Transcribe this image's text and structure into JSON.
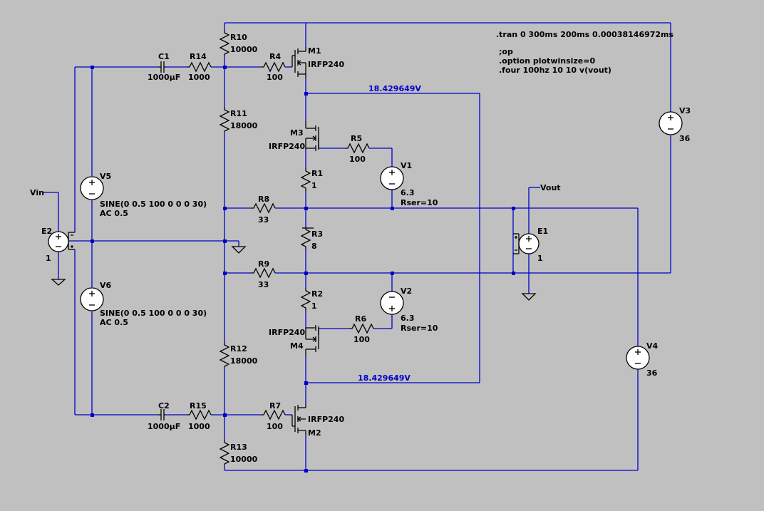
{
  "directives": {
    "tran": ".tran 0 300ms 200ms 0.00038146972ms",
    "op": ";op",
    "option": ".option plotwinsize=0",
    "four": ".four 100hz 10 10 v(vout)"
  },
  "nets": {
    "vin": "Vin",
    "vout": "Vout"
  },
  "probes": {
    "top": "18.429649V",
    "bottom": "18.429649V"
  },
  "components": {
    "R10": {
      "name": "R10",
      "value": "10000"
    },
    "R11": {
      "name": "R11",
      "value": "18000"
    },
    "R12": {
      "name": "R12",
      "value": "18000"
    },
    "R13": {
      "name": "R13",
      "value": "10000"
    },
    "R14": {
      "name": "R14",
      "value": "1000"
    },
    "R15": {
      "name": "R15",
      "value": "1000"
    },
    "R4": {
      "name": "R4",
      "value": "100"
    },
    "R7": {
      "name": "R7",
      "value": "100"
    },
    "R5": {
      "name": "R5",
      "value": "100"
    },
    "R6": {
      "name": "R6",
      "value": "100"
    },
    "R1": {
      "name": "R1",
      "value": "1"
    },
    "R2": {
      "name": "R2",
      "value": "1"
    },
    "R3": {
      "name": "R3",
      "value": "8"
    },
    "R8": {
      "name": "R8",
      "value": "33"
    },
    "R9": {
      "name": "R9",
      "value": "33"
    },
    "C1": {
      "name": "C1",
      "value": "1000µF"
    },
    "C2": {
      "name": "C2",
      "value": "1000µF"
    },
    "M1": {
      "name": "M1",
      "model": "IRFP240"
    },
    "M2": {
      "name": "M2",
      "model": "IRFP240"
    },
    "M3": {
      "name": "M3",
      "model": "IRFP240"
    },
    "M4": {
      "name": "M4",
      "model": "IRFP240"
    },
    "V1": {
      "name": "V1",
      "value": "6.3",
      "extra": "Rser=10"
    },
    "V2": {
      "name": "V2",
      "value": "6.3",
      "extra": "Rser=10"
    },
    "V3": {
      "name": "V3",
      "value": "36"
    },
    "V4": {
      "name": "V4",
      "value": "36"
    },
    "V5": {
      "name": "V5",
      "value": "SINE(0 0.5 100 0 0 0 30)",
      "extra": "AC 0.5"
    },
    "V6": {
      "name": "V6",
      "value": "SINE(0 0.5 100 0 0 0 30)",
      "extra": "AC 0.5"
    },
    "E1": {
      "name": "E1",
      "value": "1"
    },
    "E2": {
      "name": "E2",
      "value": "1"
    }
  }
}
